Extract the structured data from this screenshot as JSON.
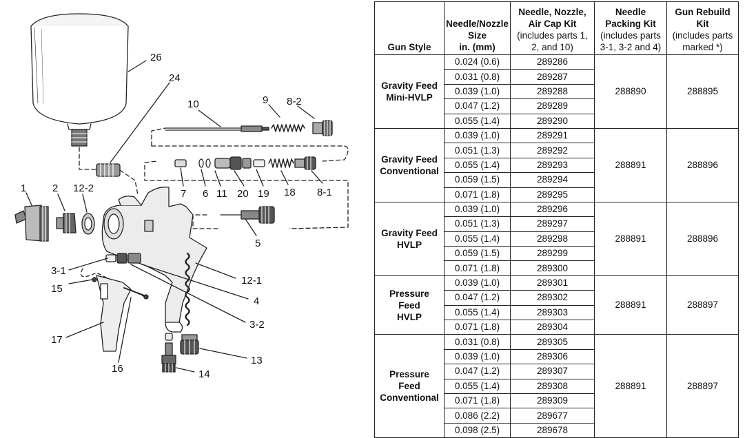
{
  "diagram": {
    "callouts": [
      "26",
      "24",
      "10",
      "9",
      "8-2",
      "1",
      "2",
      "12-2",
      "7",
      "6",
      "11",
      "20",
      "19",
      "18",
      "8-1",
      "5",
      "3-1",
      "15",
      "12-1",
      "4",
      "3-2",
      "17",
      "16",
      "13",
      "14"
    ]
  },
  "table": {
    "headers": {
      "gun_style": "Gun Style",
      "needle_size": [
        "Needle/Nozzle",
        "Size",
        "in. (mm)"
      ],
      "needle_kit": [
        "Needle, Nozzle,",
        "Air Cap Kit",
        "(includes parts 1,",
        "2, and 10)"
      ],
      "packing_kit": [
        "Needle",
        "Packing Kit",
        "(includes parts",
        "3-1, 3-2 and 4)"
      ],
      "rebuild_kit": [
        "Gun Rebuild",
        "Kit",
        "(includes parts",
        "marked *)"
      ]
    },
    "groups": [
      {
        "style": [
          "Gravity Feed",
          "Mini-HVLP"
        ],
        "packing": "288890",
        "rebuild": "288895",
        "rows": [
          {
            "size": "0.024 (0.6)",
            "kit": "289286"
          },
          {
            "size": "0.031 (0.8)",
            "kit": "289287"
          },
          {
            "size": "0.039 (1.0)",
            "kit": "289288"
          },
          {
            "size": "0.047 (1.2)",
            "kit": "289289"
          },
          {
            "size": "0.055 (1.4)",
            "kit": "289290"
          }
        ]
      },
      {
        "style": [
          "Gravity Feed",
          "Conventional"
        ],
        "packing": "288891",
        "rebuild": "288896",
        "rows": [
          {
            "size": "0.039 (1.0)",
            "kit": "289291"
          },
          {
            "size": "0.051 (1.3)",
            "kit": "289292"
          },
          {
            "size": "0.055 (1.4)",
            "kit": "289293"
          },
          {
            "size": "0.059 (1.5)",
            "kit": "289294"
          },
          {
            "size": "0.071 (1.8)",
            "kit": "289295"
          }
        ]
      },
      {
        "style": [
          "Gravity Feed",
          "HVLP"
        ],
        "packing": "288891",
        "rebuild": "288896",
        "rows": [
          {
            "size": "0.039 (1.0)",
            "kit": "289296"
          },
          {
            "size": "0.051 (1.3)",
            "kit": "289297"
          },
          {
            "size": "0.055 (1.4)",
            "kit": "289298"
          },
          {
            "size": "0.059 (1.5)",
            "kit": "289299"
          },
          {
            "size": "0.071 (1.8)",
            "kit": "289300"
          }
        ]
      },
      {
        "style": [
          "Pressure",
          "Feed",
          "HVLP"
        ],
        "packing": "288891",
        "rebuild": "288897",
        "rows": [
          {
            "size": "0.039 (1.0)",
            "kit": "289301"
          },
          {
            "size": "0.047 (1.2)",
            "kit": "289302"
          },
          {
            "size": "0.055 (1.4)",
            "kit": "289303"
          },
          {
            "size": "0.071 (1.8)",
            "kit": "289304"
          }
        ]
      },
      {
        "style": [
          "Pressure",
          "Feed",
          "Conventional"
        ],
        "packing": "288891",
        "rebuild": "288897",
        "rows": [
          {
            "size": "0.031 (0.8)",
            "kit": "289305"
          },
          {
            "size": "0.039 (1.0)",
            "kit": "289306"
          },
          {
            "size": "0.047 (1.2)",
            "kit": "289307"
          },
          {
            "size": "0.055 (1.4)",
            "kit": "289308"
          },
          {
            "size": "0.071 (1.8)",
            "kit": "289309"
          },
          {
            "size": "0.086 (2.2)",
            "kit": "289677"
          },
          {
            "size": "0.098 (2.5)",
            "kit": "289678"
          }
        ]
      }
    ]
  }
}
